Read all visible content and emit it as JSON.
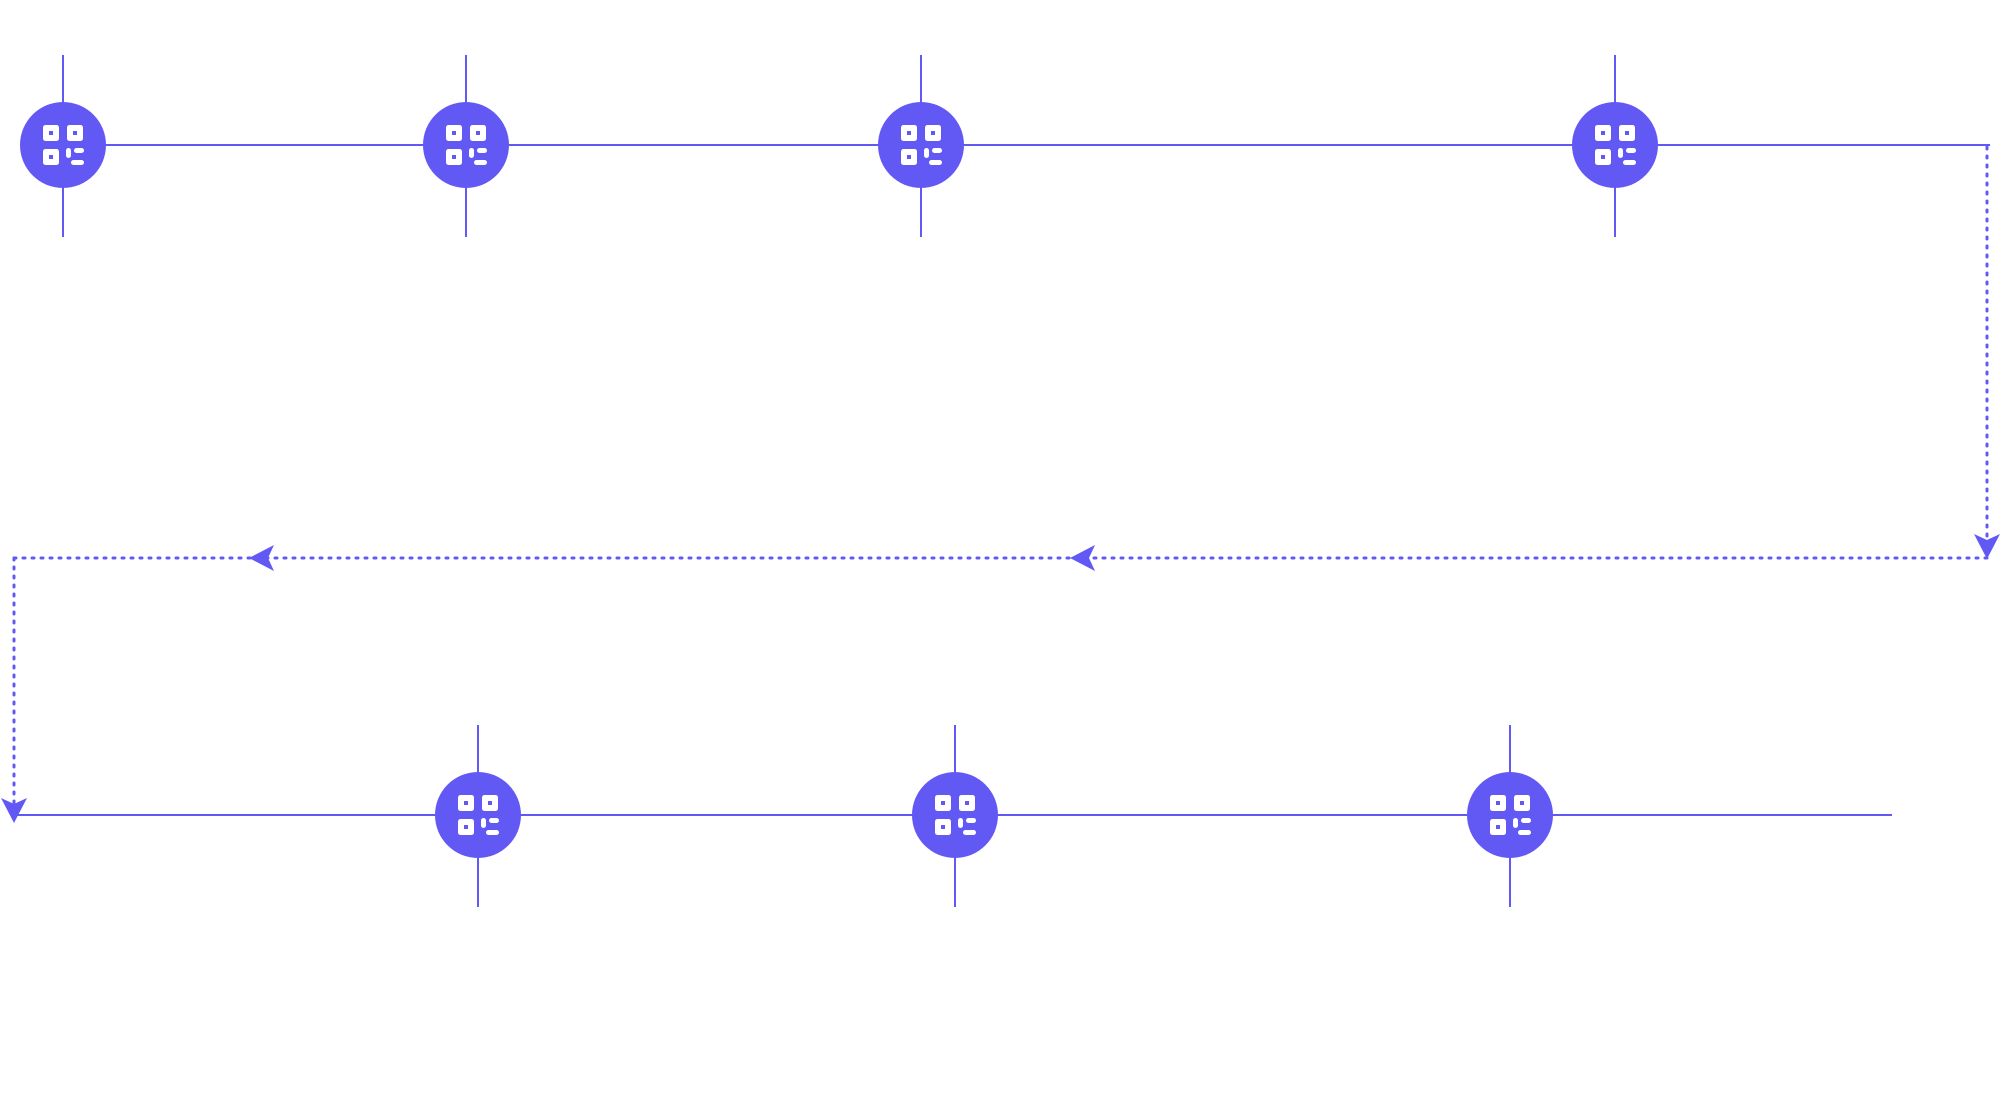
{
  "theme": {
    "accent": "#6259F5",
    "background": "#FFFFFF",
    "icon_color": "#FFFFFF"
  },
  "flow": {
    "rows": [
      {
        "id": "top",
        "node_count": 4,
        "node_icon": "qr-code-icon"
      },
      {
        "id": "bottom",
        "node_count": 3,
        "node_icon": "qr-code-icon"
      }
    ],
    "connector": {
      "style": "dotted",
      "arrow_direction_on_return": "left"
    }
  }
}
